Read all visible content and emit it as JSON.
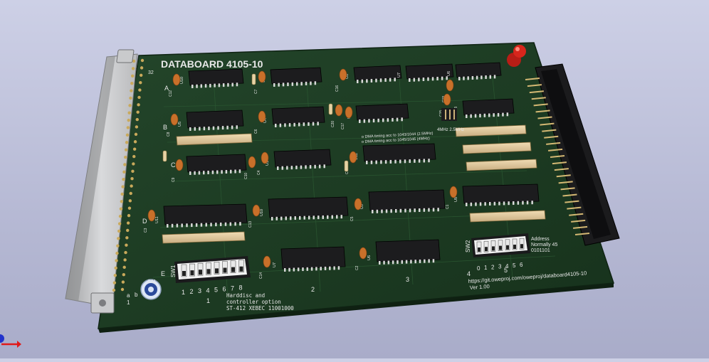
{
  "board": {
    "title": "DATABOARD 4105-10",
    "url": "https://git.oweproj.com/oweproj/databoard4105-10",
    "version": "Ver 1.00",
    "option_note": [
      "Harddisc and",
      "controller option",
      "ST-412 XEBEC 11001000"
    ],
    "address_note": [
      "Address",
      "Normally 45",
      "0101101"
    ],
    "dma_note": [
      "o DMA timing acc to 1043/1044 (2.5MHz)",
      "o DMA timing acc to 1045/1046 (4MHz)"
    ],
    "jumper_label": "4MHz 2.5MHz"
  },
  "rows": [
    "A",
    "B",
    "C",
    "D",
    "E"
  ],
  "edge_connector": {
    "pin_top": "32",
    "pin_bottom": "1",
    "col_a": "a",
    "col_b": "b"
  },
  "column_numbers": [
    "1",
    "2",
    "3",
    "4",
    "5"
  ],
  "sw1": {
    "ref": "SW1",
    "labels": [
      "1",
      "2",
      "3",
      "4",
      "5",
      "6",
      "7",
      "8"
    ]
  },
  "sw2": {
    "ref": "SW2",
    "labels": [
      "0",
      "1",
      "2",
      "3",
      "4",
      "5",
      "6"
    ]
  },
  "cap_electrolytic": "C11",
  "chips": [
    "U10",
    "U9",
    "U8",
    "U7",
    "U6",
    "U5",
    "U4",
    "U3",
    "U13",
    "U2",
    "U1",
    "U12",
    "U11"
  ],
  "caps": [
    "C12",
    "C7",
    "C16",
    "C8",
    "C6",
    "C17",
    "C9",
    "C4",
    "C10",
    "C3",
    "C13",
    "C5",
    "C1",
    "C14",
    "C2",
    "C18",
    "C19",
    "C15",
    "C20"
  ],
  "resistors": [
    "R1",
    "R2",
    "R3",
    "R4",
    "R5",
    "R6"
  ],
  "colors": {
    "pcb": "#1d3a1f",
    "pcb_edge": "#13251a",
    "chip": "#1c1c1e",
    "silk": "#e8e8e8",
    "pin": "#cbb178",
    "cap": "#c8702a",
    "bg": "#c2c5de"
  }
}
